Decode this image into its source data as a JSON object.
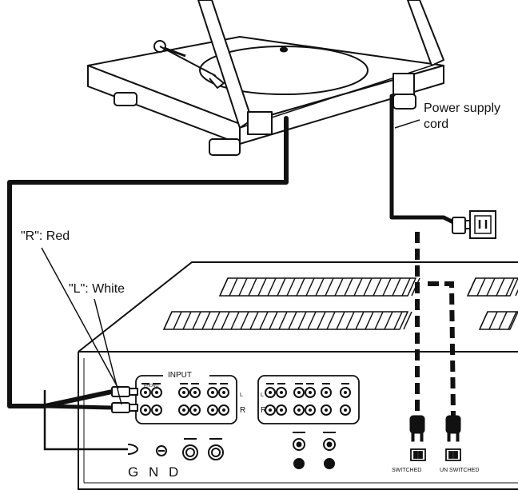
{
  "labels": {
    "power_cord": [
      "Power supply",
      "cord"
    ],
    "right_channel": "\"R\": Red",
    "left_channel": "\"L\": White",
    "input": "INPUT",
    "phono": "PHONO",
    "ch_l": "L",
    "ch_r": "R",
    "gnd": "G N D",
    "switched": "SWITCHED",
    "unswitched": "UN SWITCHED"
  },
  "colors": {
    "ink": "#111111",
    "paper": "#ffffff"
  }
}
